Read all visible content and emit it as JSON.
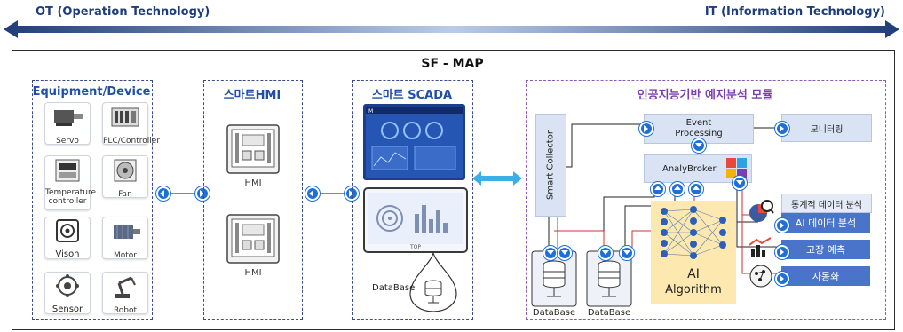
{
  "header": {
    "ot_label": "OT (Operation Technology)",
    "it_label": "IT (Information Technology)"
  },
  "map": {
    "title": "SF - MAP"
  },
  "equipment": {
    "title": "Equipment/Device",
    "items": [
      {
        "label": "Servo",
        "icon": "servo-icon"
      },
      {
        "label": "PLC/Controller",
        "icon": "plc-icon"
      },
      {
        "label": "Temperature controller",
        "icon": "temperature-controller-icon"
      },
      {
        "label": "Fan",
        "icon": "fan-icon"
      },
      {
        "label": "Vison",
        "icon": "vision-icon"
      },
      {
        "label": "Motor",
        "icon": "motor-icon"
      },
      {
        "label": "Sensor",
        "icon": "sensor-icon"
      },
      {
        "label": "Robot",
        "icon": "robot-icon"
      }
    ]
  },
  "hmi": {
    "title": "스마트HMI",
    "items": [
      {
        "label": "HMI"
      },
      {
        "label": "HMI"
      }
    ]
  },
  "scada": {
    "title": "스마트 SCADA",
    "monitor_brand": "TOP",
    "database_label": "DataBase"
  },
  "ai_module": {
    "title": "인공지능기반 예지분석 모듈",
    "smart_collector": "Smart Collector",
    "event_processing": "Event Processing",
    "monitoring": "모니터링",
    "analy_broker": "AnalyBroker",
    "stats_header": "통계적 데이터 분석",
    "outputs": [
      "AI 데이터 분석",
      "고장 예측",
      "자동화"
    ],
    "db_labels": [
      "DataBase",
      "DataBase"
    ],
    "ai_label_1": "AI",
    "ai_label_2": "Algorithm"
  },
  "colors": {
    "arrow_dark": "#1f3d7a",
    "arrow_light": "#8fb0dd",
    "accent_blue": "#1e6fd8",
    "bar_blue": "#4a74c9",
    "box_light": "#d9e3f3",
    "ai_yellow": "#fde9b0",
    "purple": "#7a3fb0"
  }
}
